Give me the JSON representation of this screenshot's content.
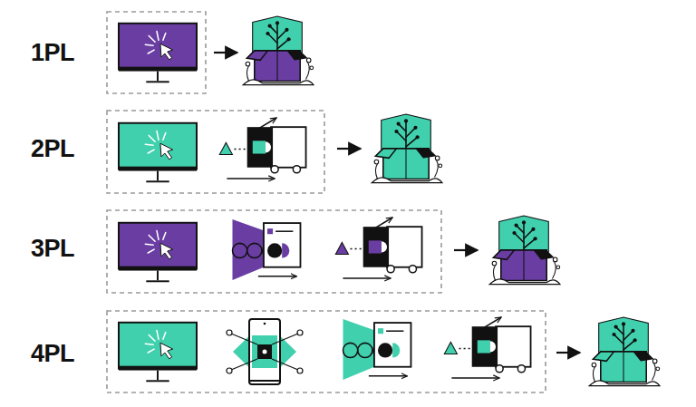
{
  "diagram": {
    "labels": [
      "1PL",
      "2PL",
      "3PL",
      "4PL"
    ]
  }
}
